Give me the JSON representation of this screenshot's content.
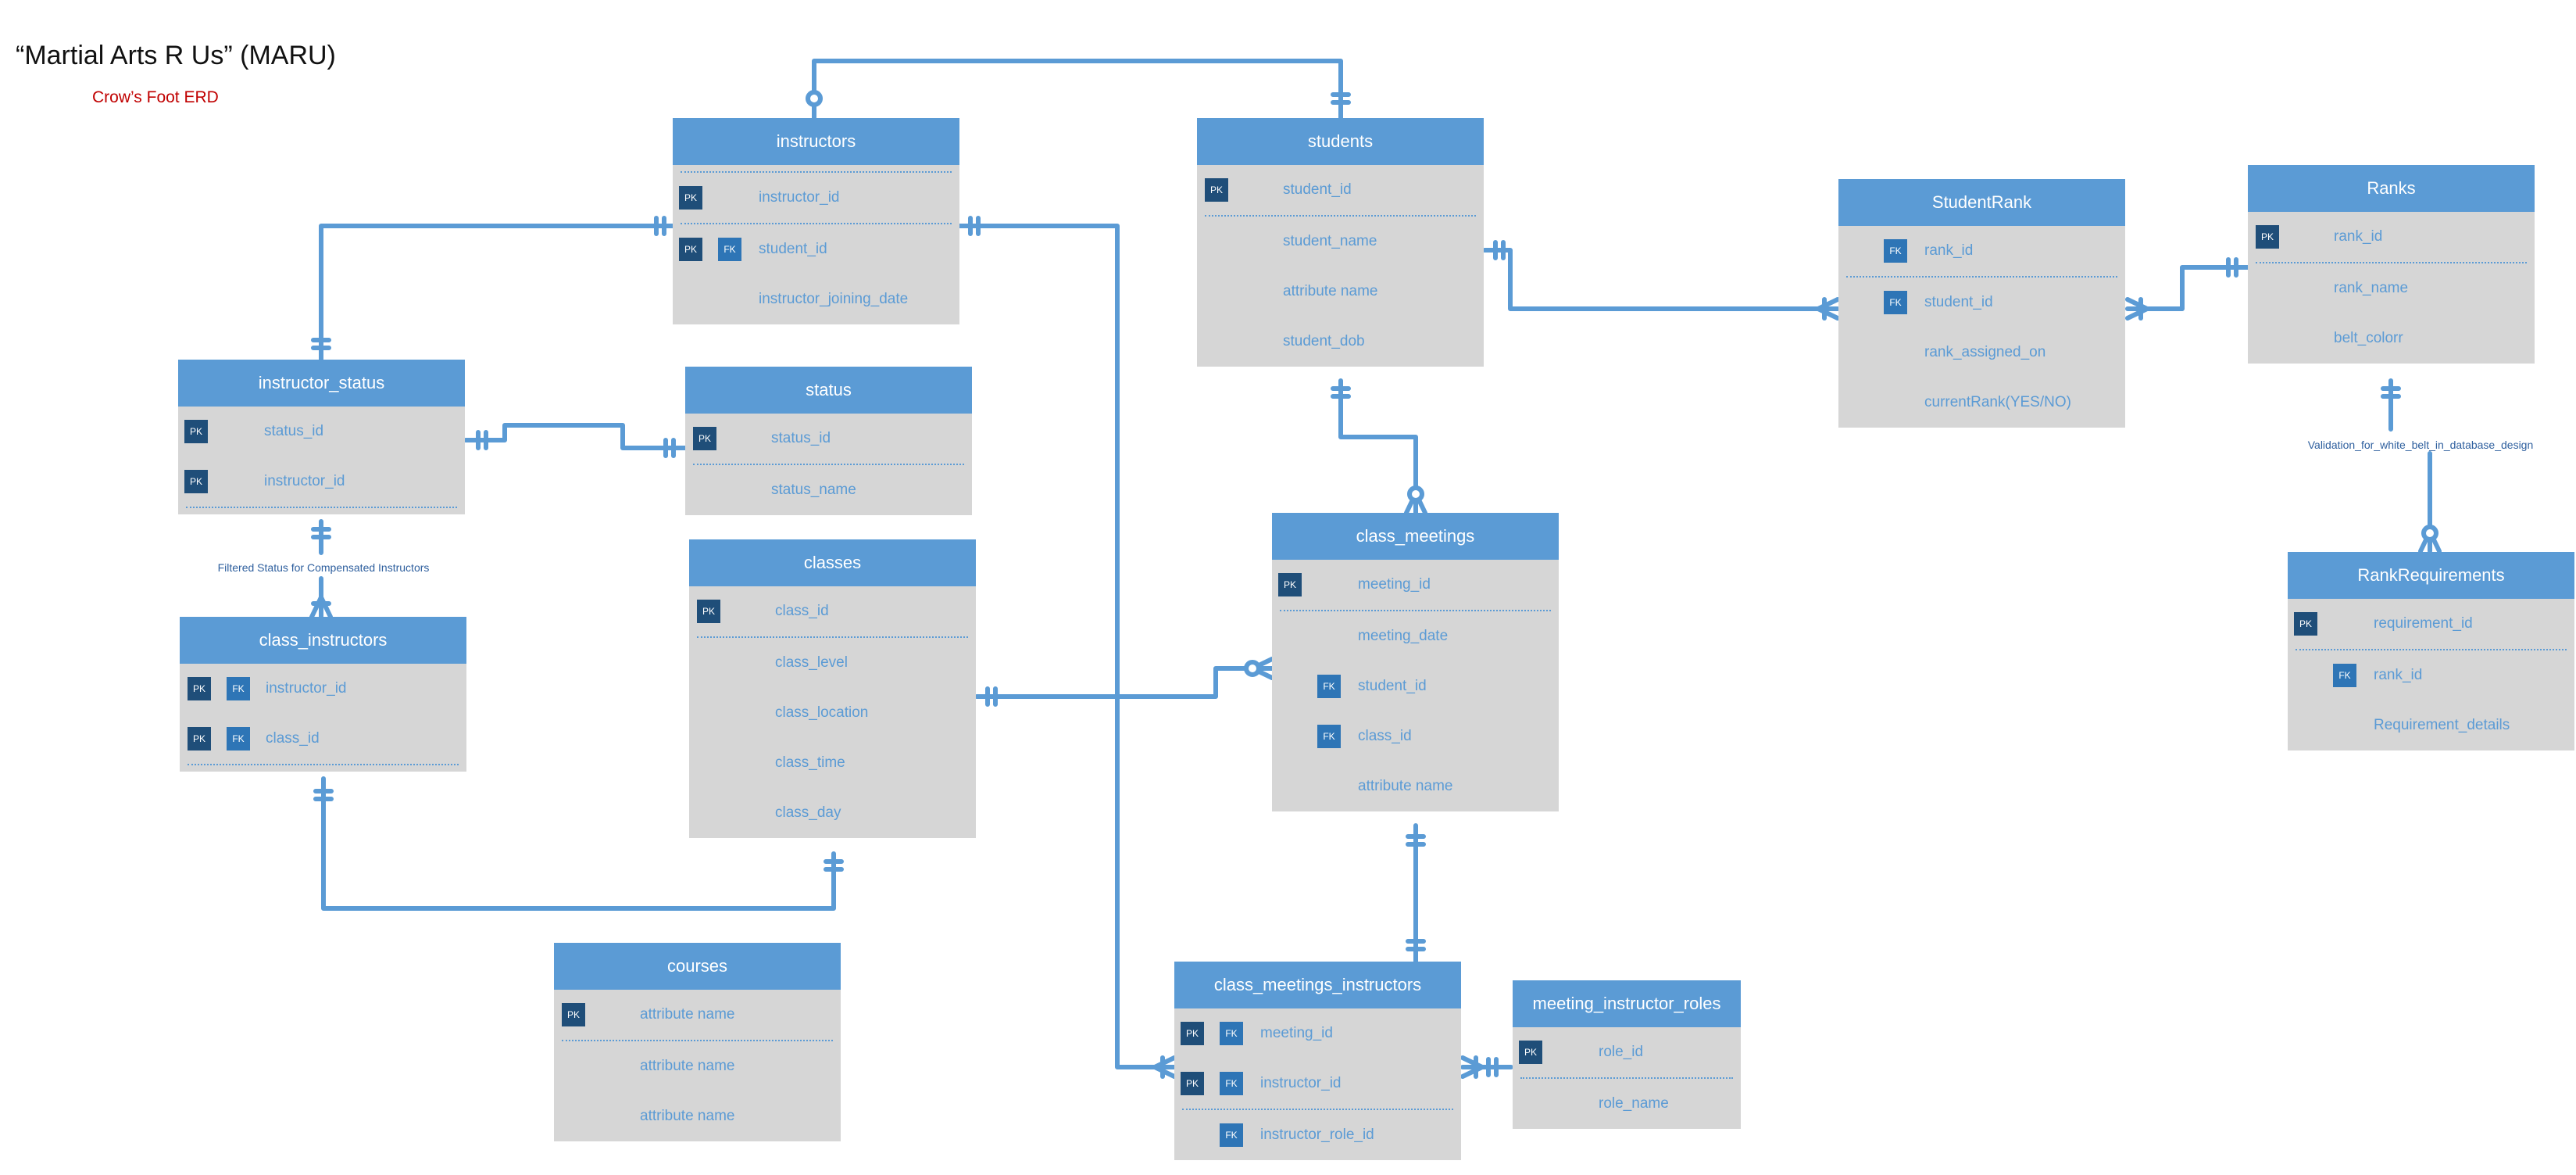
{
  "title": "“Martial Arts R Us” (MARU)",
  "subtitle": "Crow’s Foot ERD",
  "relationship_labels": {
    "instructor_status_to_class_instructors": "Filtered Status for Compensated Instructors",
    "ranks_to_rank_requirements": "Validation_for_white_belt_in_database_design"
  },
  "entities": {
    "instructors": {
      "name": "instructors",
      "rows": [
        {
          "pk": "PK",
          "attr": "instructor_id"
        },
        {
          "pk": "PK",
          "fk": "FK",
          "attr": "student_id"
        },
        {
          "attr": "instructor_joining_date"
        }
      ]
    },
    "students": {
      "name": "students",
      "rows": [
        {
          "pk": "PK",
          "attr": "student_id"
        },
        {
          "attr": "student_name"
        },
        {
          "attr": "attribute name"
        },
        {
          "attr": "student_dob"
        }
      ]
    },
    "student_rank": {
      "name": "StudentRank",
      "rows": [
        {
          "fk": "FK",
          "attr": "rank_id"
        },
        {
          "fk": "FK",
          "attr": "student_id"
        },
        {
          "attr": "rank_assigned_on"
        },
        {
          "attr": "currentRank(YES/NO)"
        }
      ]
    },
    "ranks": {
      "name": "Ranks",
      "rows": [
        {
          "pk": "PK",
          "attr": "rank_id"
        },
        {
          "attr": "rank_name"
        },
        {
          "attr": "belt_colorr"
        }
      ]
    },
    "instructor_status": {
      "name": "instructor_status",
      "rows": [
        {
          "pk": "PK",
          "attr": "status_id"
        },
        {
          "pk": "PK",
          "attr": "instructor_id"
        }
      ]
    },
    "status": {
      "name": "status",
      "rows": [
        {
          "pk": "PK",
          "attr": "status_id"
        },
        {
          "attr": "status_name"
        }
      ]
    },
    "classes": {
      "name": "classes",
      "rows": [
        {
          "pk": "PK",
          "attr": "class_id"
        },
        {
          "attr": "class_level"
        },
        {
          "attr": "class_location"
        },
        {
          "attr": "class_time"
        },
        {
          "attr": "class_day"
        }
      ]
    },
    "class_meetings": {
      "name": "class_meetings",
      "rows": [
        {
          "pk": "PK",
          "attr": "meeting_id"
        },
        {
          "attr": "meeting_date"
        },
        {
          "fk": "FK",
          "attr": "student_id"
        },
        {
          "fk": "FK",
          "attr": "class_id"
        },
        {
          "attr": "attribute name"
        }
      ]
    },
    "class_instructors": {
      "name": "class_instructors",
      "rows": [
        {
          "pk": "PK",
          "fk": "FK",
          "attr": "instructor_id"
        },
        {
          "pk": "PK",
          "fk": "FK",
          "attr": "class_id"
        }
      ]
    },
    "rank_requirements": {
      "name": "RankRequirements",
      "rows": [
        {
          "pk": "PK",
          "attr": "requirement_id"
        },
        {
          "fk": "FK",
          "attr": "rank_id"
        },
        {
          "attr": "Requirement_details"
        }
      ]
    },
    "courses": {
      "name": "courses",
      "rows": [
        {
          "pk": "PK",
          "attr": "attribute name"
        },
        {
          "attr": "attribute name"
        },
        {
          "attr": "attribute name"
        }
      ]
    },
    "class_meetings_instructors": {
      "name": "class_meetings_instructors",
      "rows": [
        {
          "pk": "PK",
          "fk": "FK",
          "attr": "meeting_id"
        },
        {
          "pk": "PK",
          "fk": "FK",
          "attr": "instructor_id"
        },
        {
          "fk": "FK",
          "attr": "instructor_role_id"
        }
      ]
    },
    "meeting_instructor_roles": {
      "name": "meeting_instructor_roles",
      "rows": [
        {
          "pk": "PK",
          "attr": "role_id"
        },
        {
          "attr": "role_name"
        }
      ]
    }
  },
  "colors": {
    "header": "#5b9bd5",
    "body": "#d6d6d6",
    "pk_badge": "#1f4e79",
    "fk_badge": "#2e75b6",
    "connector": "#5b9bd5",
    "subtitle": "#c00000"
  }
}
